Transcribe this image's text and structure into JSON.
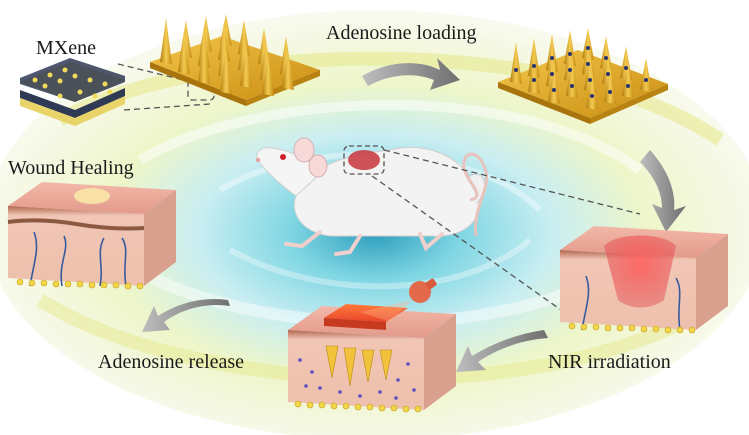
{
  "labels": {
    "mxene": "MXene",
    "adenosine_loading": "Adenosine loading",
    "wound_healing": "Wound Healing",
    "nir_irradiation": "NIR irradiation",
    "adenosine_release": "Adenosine release"
  },
  "colors": {
    "microneedle_gold": "#d9a520",
    "skin_pink": "#e8a595",
    "dermis": "#f0c8b8",
    "wound_red": "#e0454a",
    "arrow_gray": "#8a8a8a",
    "swirl_cyan": "#7fd6e3",
    "swirl_yellow": "#e9ec9a"
  }
}
